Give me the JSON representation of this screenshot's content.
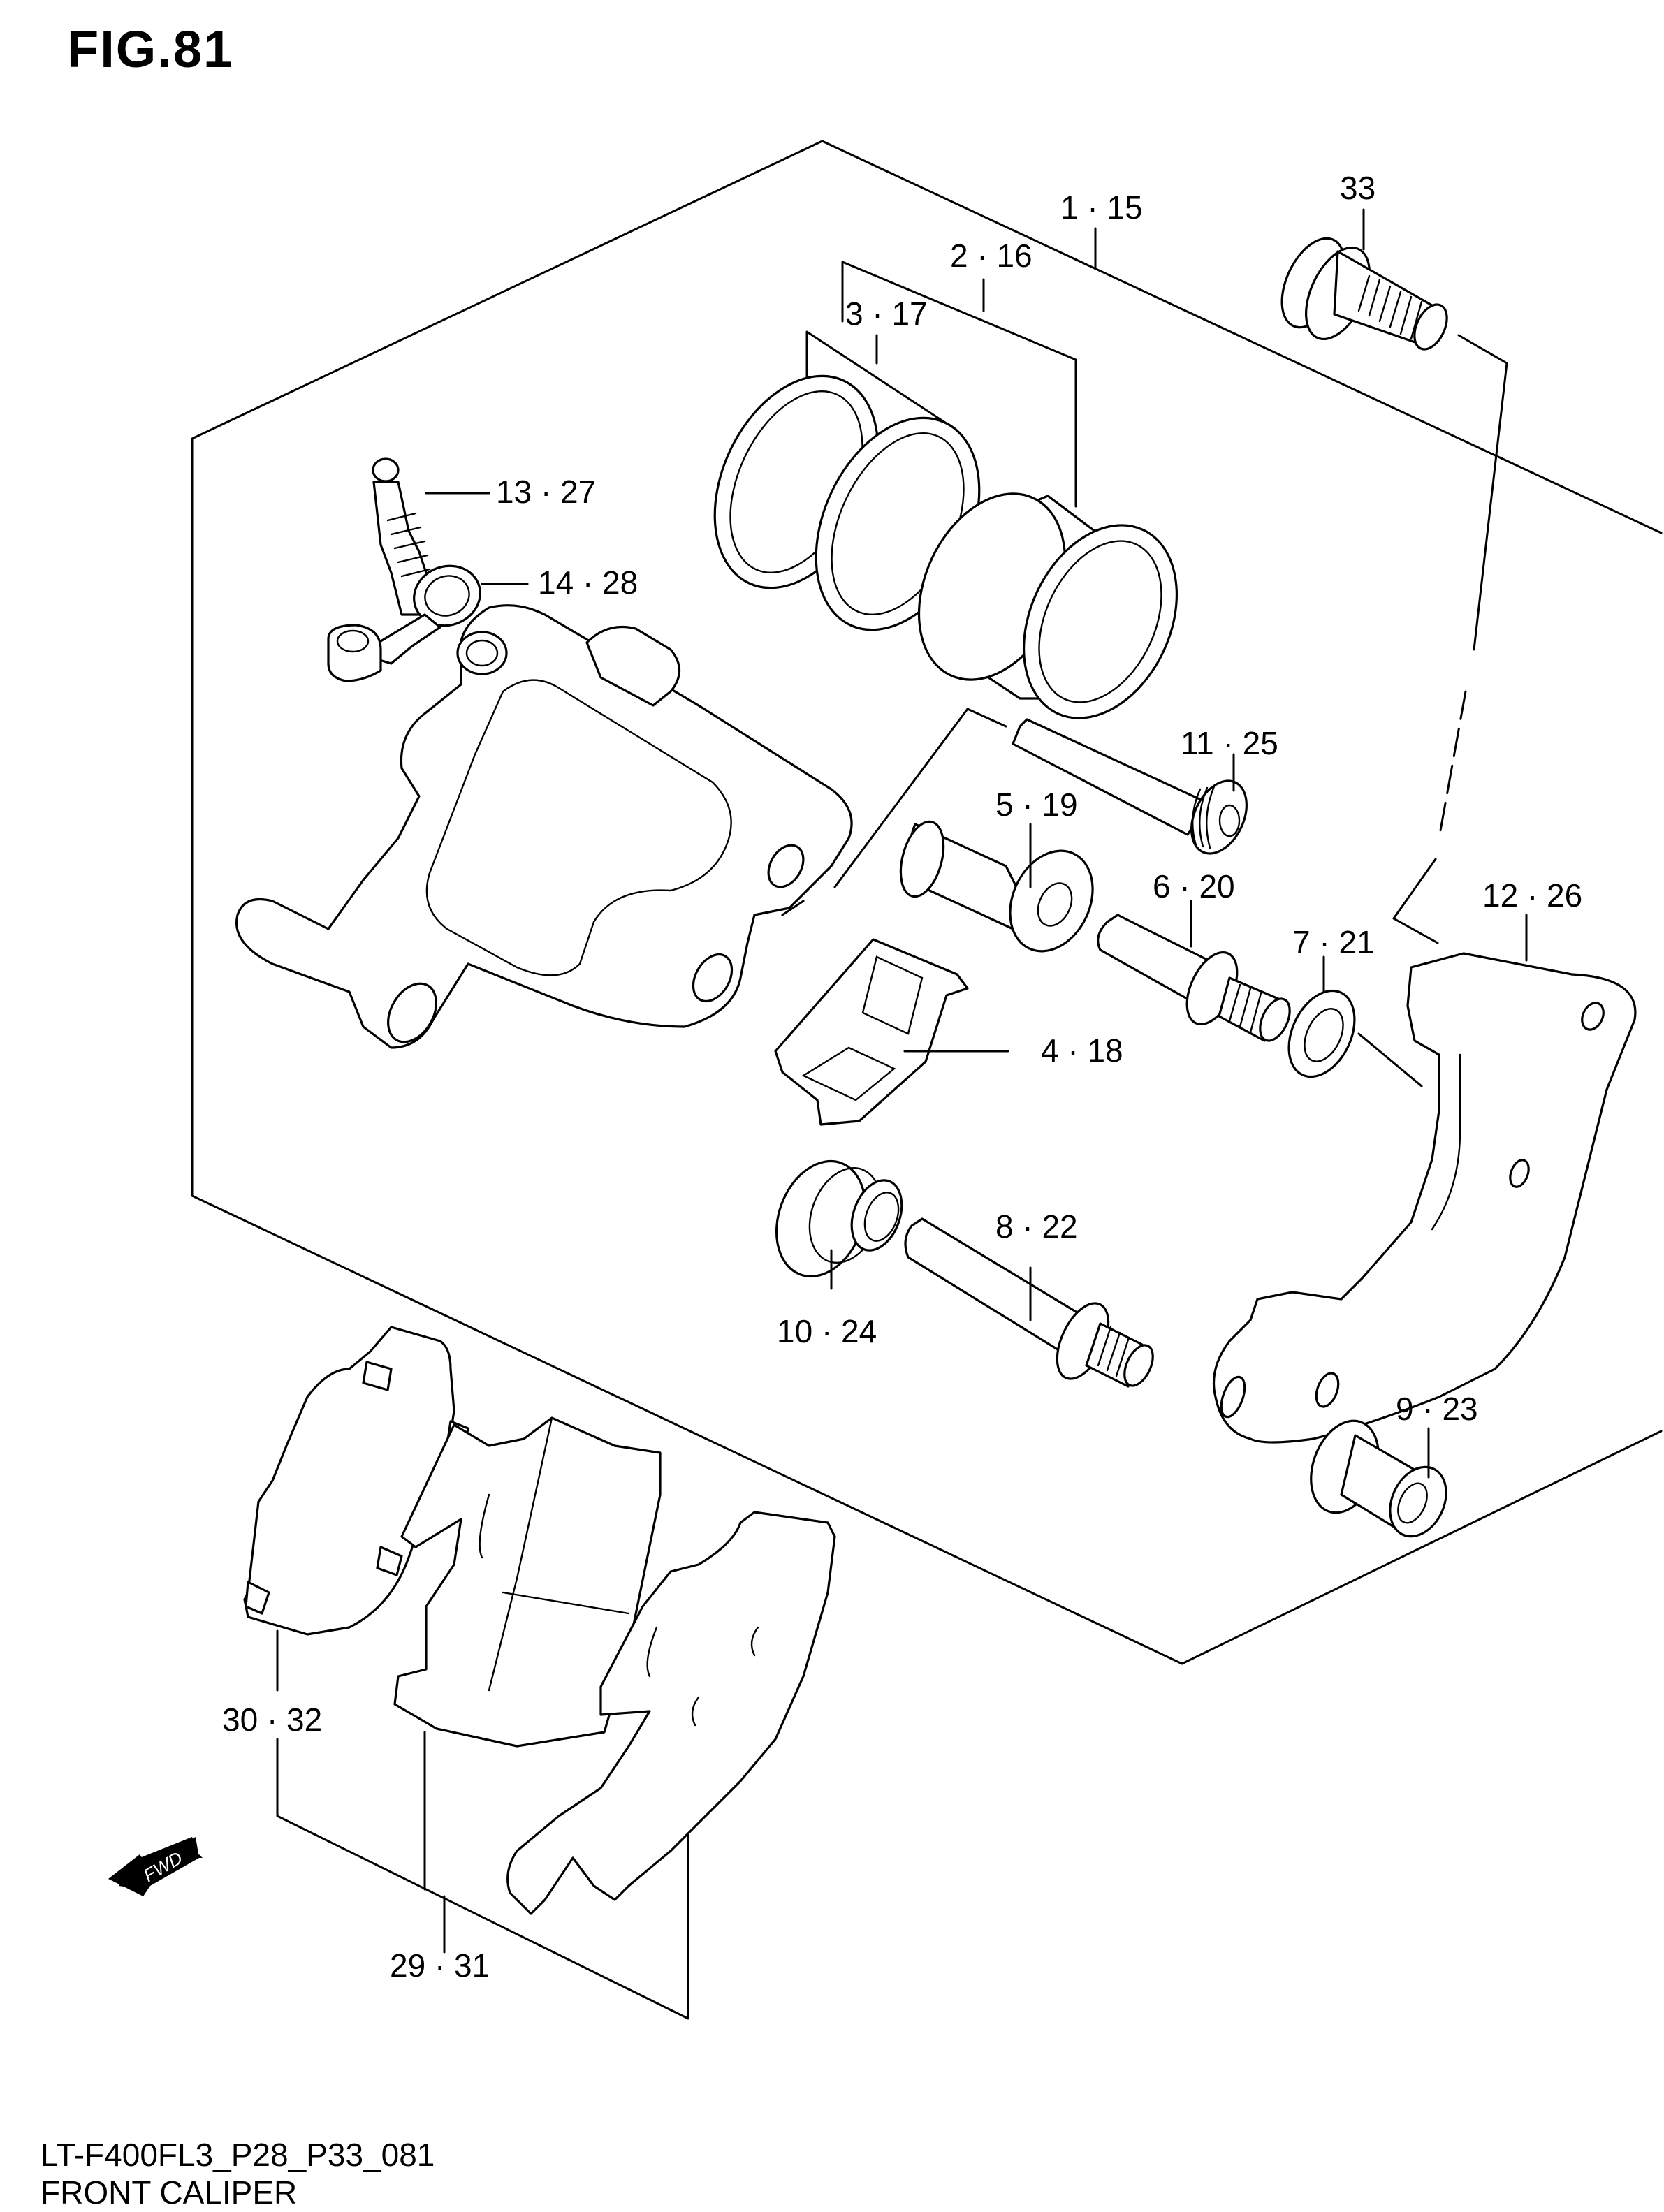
{
  "figure": {
    "title": "FIG.81",
    "code": "LT-F400FL3_P28_P33_081",
    "name": "FRONT CALIPER"
  },
  "direction_marker": {
    "label": "FWD",
    "icon": "fwd-arrow-icon"
  },
  "callouts": [
    {
      "id": "1-15",
      "text": "1 · 15",
      "part": "caliper-assembly"
    },
    {
      "id": "2-16",
      "text": "2 · 16",
      "part": "piston-set"
    },
    {
      "id": "3-17",
      "text": "3 · 17",
      "part": "seal-set"
    },
    {
      "id": "33",
      "text": "33",
      "part": "flange-bolt"
    },
    {
      "id": "13-27",
      "text": "13 · 27",
      "part": "bleeder-valve"
    },
    {
      "id": "14-28",
      "text": "14 · 28",
      "part": "bleeder-cap"
    },
    {
      "id": "11-25",
      "text": "11 · 25",
      "part": "pad-mounting-pin"
    },
    {
      "id": "5-19",
      "text": "5 · 19",
      "part": "sleeve-boot"
    },
    {
      "id": "6-20",
      "text": "6 · 20",
      "part": "slide-pin"
    },
    {
      "id": "7-21",
      "text": "7 · 21",
      "part": "washer"
    },
    {
      "id": "12-26",
      "text": "12 · 26",
      "part": "caliper-holder"
    },
    {
      "id": "4-18",
      "text": "4 · 18",
      "part": "pad-spring"
    },
    {
      "id": "8-22",
      "text": "8 · 22",
      "part": "slide-pin-2"
    },
    {
      "id": "10-24",
      "text": "10 · 24",
      "part": "boot"
    },
    {
      "id": "9-23",
      "text": "9 · 23",
      "part": "sleeve"
    },
    {
      "id": "30-32",
      "text": "30 · 32",
      "part": "brake-pad-outer"
    },
    {
      "id": "29-31",
      "text": "29 · 31",
      "part": "brake-pad-set"
    }
  ]
}
